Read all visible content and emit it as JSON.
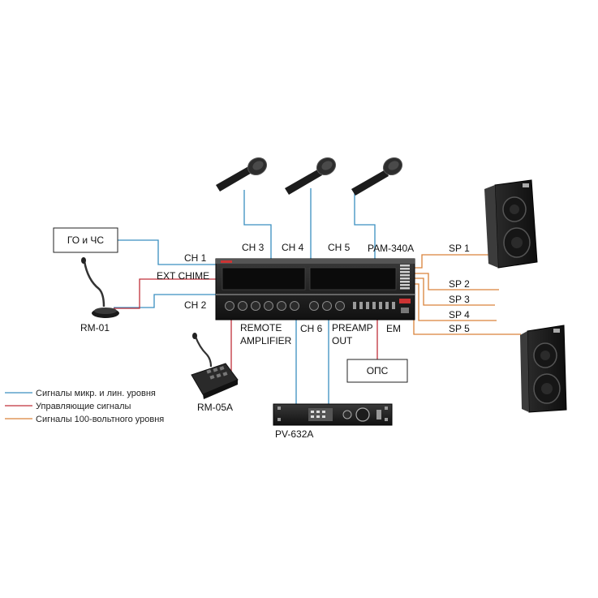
{
  "colors": {
    "signal_line": "#3a8fc0",
    "control_line": "#c0303a",
    "line100v": "#d9823a"
  },
  "labels": {
    "go_chs": "ГО и ЧС",
    "ops": "ОПС",
    "rm01": "RM-01",
    "rm05a": "RM-05A",
    "pv632a": "PV-632A",
    "pam340a": "PAM-340A",
    "ch1": "CH 1",
    "ch2": "CH 2",
    "ch3": "CH 3",
    "ch4": "CH 4",
    "ch5": "CH 5",
    "ch6": "CH 6",
    "ext_chime": "EXT CHIME",
    "remote": "REMOTE",
    "amplifier": "AMPLIFIER",
    "preamp": "PREAMP",
    "out": "OUT",
    "em": "EM",
    "sp1": "SP 1",
    "sp2": "SP 2",
    "sp3": "SP 3",
    "sp4": "SP 4",
    "sp5": "SP 5"
  },
  "legend": [
    {
      "text": "Сигналы микр. и лин. уровня",
      "color": "#3a8fc0"
    },
    {
      "text": "Управляющие сигналы",
      "color": "#c0303a"
    },
    {
      "text": "Сигналы 100-вольтного уровня",
      "color": "#d9823a"
    }
  ]
}
